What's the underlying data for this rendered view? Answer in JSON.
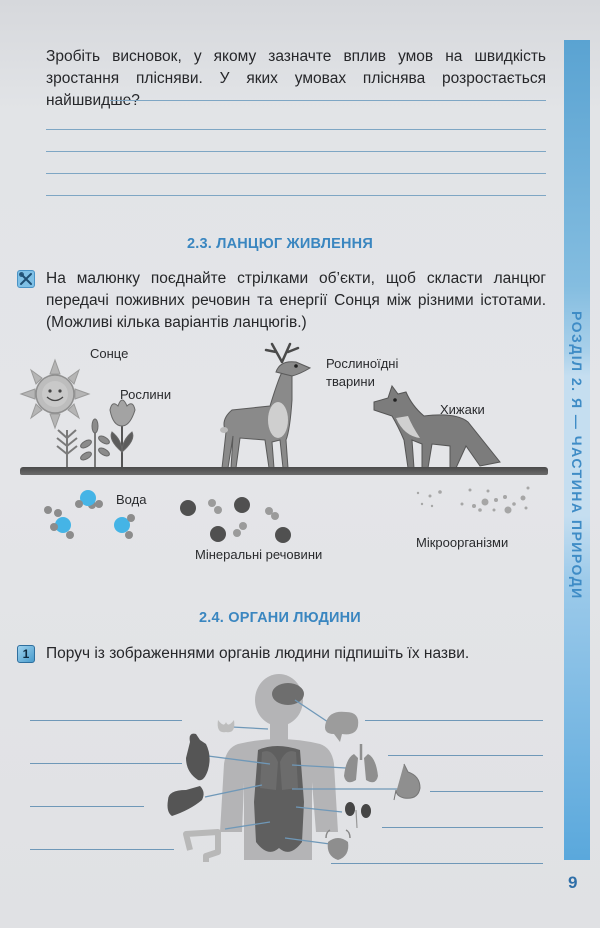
{
  "page_number": "9",
  "side_tab": {
    "text": "РОЗДІЛ 2. Я — ЧАСТИНА ПРИРОДИ",
    "color": "#3f8cc6"
  },
  "conclusion_task": {
    "text": "Зробіть висновок, у якому зазначте вплив умов на швидкість зростання плісняви. У яких умовах пліснява розростається найшвидше?",
    "answer_lines": 5
  },
  "section_food_chain": {
    "title": "2.3. ЛАНЦЮГ ЖИВЛЕННЯ",
    "task_icon": "tools-icon",
    "instruction": "На малюнку поєднайте стрілками об’єкти, щоб скласти ланцюг передачі поживних речовин та енергії Сонця між різними істотами. (Можливі кілька варіантів ланцюгів.)",
    "labels": {
      "sun": "Сонце",
      "plants": "Рослини",
      "herbivores_line1": "Рослиноїдні",
      "herbivores_line2": "тварини",
      "predators": "Хижаки",
      "water": "Вода",
      "minerals": "Мінеральні речовини",
      "microorganisms": "Мікроорганізми"
    }
  },
  "section_organs": {
    "title": "2.4. ОРГАНИ ЛЮДИНИ",
    "task_icon": "task-number-icon",
    "task_number": "1",
    "instruction": "Поруч із зображеннями органів людини підпишіть їх назви.",
    "organs_left": [
      "thyroid",
      "heart",
      "liver",
      "large-intestine"
    ],
    "organs_right": [
      "brain",
      "lungs",
      "stomach",
      "kidneys",
      "bladder"
    ]
  },
  "colors": {
    "accent_blue": "#3a86c0",
    "line_blue": "#7ea6c4",
    "water_blue": "#45b4e6",
    "paper": "#e3e4e7"
  }
}
